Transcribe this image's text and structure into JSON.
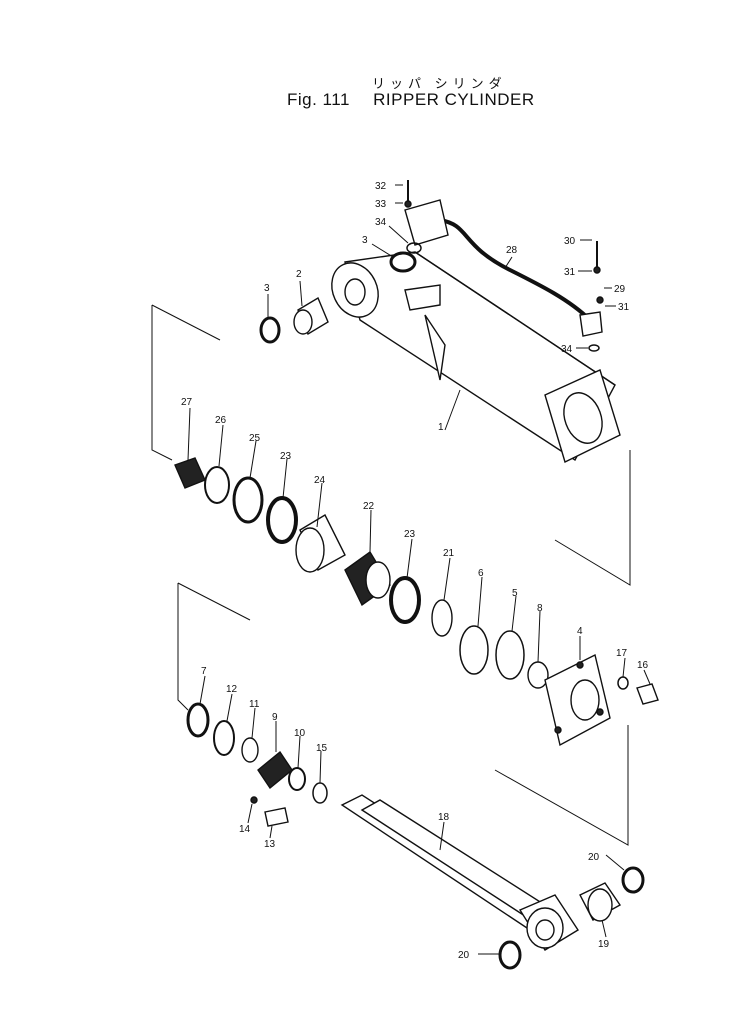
{
  "title": {
    "fig_label": "Fig. 111",
    "japanese": "リッパ シリンダ",
    "english": "RIPPER CYLINDER"
  },
  "callouts": [
    "32",
    "33",
    "34",
    "3",
    "28",
    "30",
    "31",
    "29",
    "31",
    "34",
    "3",
    "2",
    "1",
    "27",
    "26",
    "25",
    "23",
    "24",
    "22",
    "23",
    "21",
    "6",
    "5",
    "8",
    "4",
    "17",
    "16",
    "7",
    "12",
    "11",
    "9",
    "10",
    "15",
    "14",
    "13",
    "18",
    "20",
    "20",
    "19"
  ]
}
